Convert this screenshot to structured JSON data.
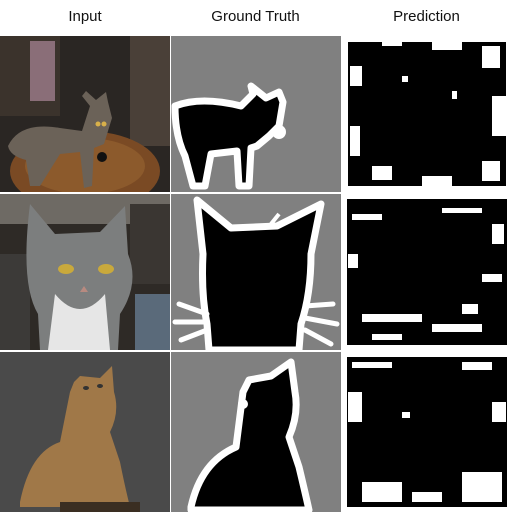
{
  "headers": {
    "input": "Input",
    "ground_truth": "Ground Truth",
    "prediction": "Prediction"
  },
  "rows": [
    {
      "subject": "tabby-cat-on-table"
    },
    {
      "subject": "gray-cat-portrait"
    },
    {
      "subject": "orange-cat-sitting"
    }
  ],
  "colors": {
    "mask_foreground": "#000000",
    "mask_boundary": "#ffffff",
    "mask_background": "#808080"
  }
}
